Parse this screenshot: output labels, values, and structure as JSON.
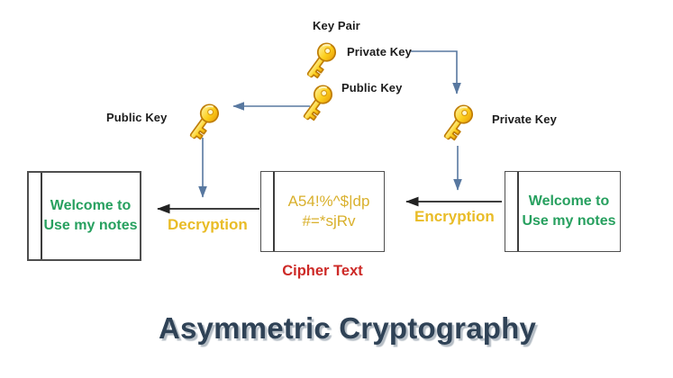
{
  "diagram": {
    "title": "Asymmetric Cryptography",
    "key_pair_label": "Key Pair",
    "keys": {
      "top_private": "Private Key",
      "center_public": "Public Key",
      "left_public": "Public Key",
      "right_private": "Private Key"
    },
    "boxes": {
      "plaintext_left": {
        "line1": "Welcome to",
        "line2": "Use my notes"
      },
      "cipher": {
        "line1": "A54!%^$|dp",
        "line2": "#=*sjRv",
        "caption": "Cipher Text"
      },
      "plaintext_right": {
        "line1": "Welcome to",
        "line2": "Use my notes"
      }
    },
    "arrows": {
      "decryption_label": "Decryption",
      "encryption_label": "Encryption"
    },
    "colors": {
      "plaintext_green": "#27a05f",
      "cipher_gold": "#d9b02c",
      "process_gold": "#e9bc27",
      "cipher_caption_red": "#cd2a27",
      "title_navy": "#2f4256",
      "key_line_blue": "#5878a0",
      "arrow_black": "#222222",
      "key_gold": "#fccf1b"
    }
  }
}
